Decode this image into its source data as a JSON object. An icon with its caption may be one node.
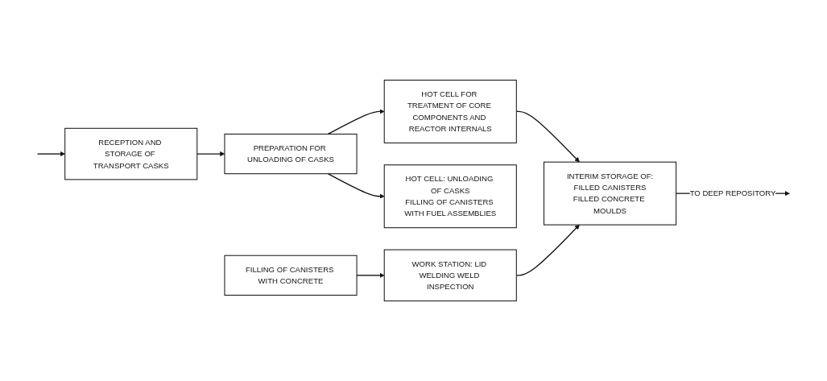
{
  "diagram": {
    "nodes": [
      {
        "text": [
          "RECEPTION AND STORAGE OF TRANSPORT CASKS"
        ]
      },
      {
        "text": [
          "PREPARATION FOR UNLOADING OF CASKS"
        ]
      },
      {
        "text": [
          "HOT CELL FOR TREATMENT OF CORE COMPONENTS AND REACTOR INTERNALS"
        ]
      },
      {
        "text": [
          "INTERIM STORAGE OF:",
          "FILLED CANISTERS",
          "FILLED CONCRETE MOULDS"
        ]
      },
      {
        "text": [
          "HOT CELL: UNLOADING OF CASKS",
          "FILLING OF CANISTERS WITH FUEL ASSEMBLIES"
        ]
      },
      {
        "text": [
          "FILLING OF CANISTERS WITH CONCRETE"
        ]
      },
      {
        "text": [
          "WORK STATION: LID WELDING WELD INSPECTION"
        ]
      }
    ],
    "edges": [
      {
        "from": null,
        "to": 0,
        "arrow": "to"
      },
      {
        "from": 0,
        "to": 1,
        "arrow": "to"
      },
      {
        "from": 1,
        "to": 2,
        "arrow": "to"
      },
      {
        "from": 1,
        "to": 4,
        "arrow": "to"
      },
      {
        "from": 2,
        "to": 3,
        "arrow": "to"
      },
      {
        "from": 3,
        "to": null,
        "arrow": "to",
        "label": "TO DEEP REPOSITORY"
      },
      {
        "from": 5,
        "to": 6,
        "arrow": "to"
      },
      {
        "from": 6,
        "to": 3,
        "arrow": "to"
      }
    ]
  }
}
